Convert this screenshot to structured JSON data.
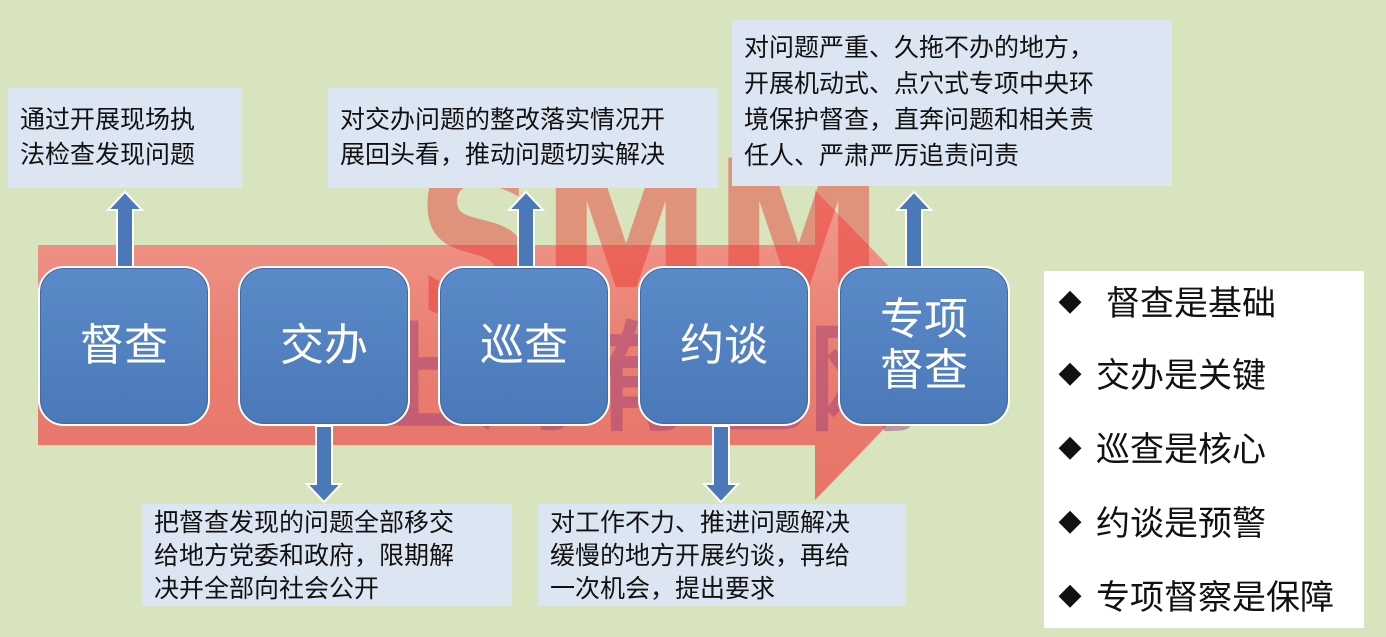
{
  "stages": [
    {
      "lines": [
        "督查"
      ]
    },
    {
      "lines": [
        "交办"
      ]
    },
    {
      "lines": [
        "巡查"
      ]
    },
    {
      "lines": [
        "约谈"
      ]
    },
    {
      "lines": [
        "专项",
        "督查"
      ]
    }
  ],
  "notes": {
    "dc": [
      "通过开展现场执",
      "法检查发现问题"
    ],
    "jb": [
      "把督查发现的问题全部移交",
      "给地方党委和政府，限期解",
      "决并全部向社会公开"
    ],
    "xc": [
      "对交办问题的整改落实情况开",
      "展回头看，推动问题切实解决"
    ],
    "yt": [
      "对工作不力、推进问题解决",
      "缓慢的地方开展约谈，再给",
      "一次机会，提出要求"
    ],
    "zx": [
      "对问题严重、久拖不办的地方，",
      "开展机动式、点穴式专项中央环",
      "境保护督查，直奔问题和相关责",
      "任人、严肃严厉追责问责"
    ]
  },
  "legend": {
    "bullet": "◆",
    "items": [
      "督查是基础",
      "交办是关键",
      "巡查是核心",
      "约谈是预警",
      "专项督察是保障"
    ]
  },
  "watermark": {
    "logo": "SMM",
    "text": "上海有色网"
  }
}
